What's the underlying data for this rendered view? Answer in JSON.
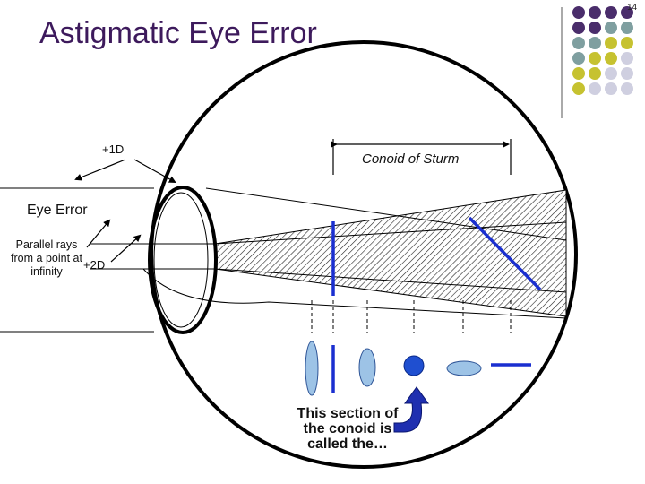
{
  "slide": {
    "title": "Astigmatic Eye Error",
    "page_number": "14"
  },
  "labels": {
    "plus_1d": "+1D",
    "conoid": "Conoid of Sturm",
    "eye_error": "Eye Error",
    "parallel_rays": "Parallel rays from a point at infinity",
    "plus_2d": "+2D",
    "section": "This section of the conoid is called the…"
  },
  "colors": {
    "title": "#3d1a5c",
    "dot_purple": "#4a2d6b",
    "dot_teal": "#7f9fa0",
    "dot_olive": "#c6c230",
    "dot_lavender": "#cfcfe0",
    "focal_blue": "#1a2fd0",
    "ellipse_fill": "#9dc3e6",
    "ellipse_stroke": "#2f5597",
    "circle_fill": "#1f4fd0",
    "arrow_fill": "#1f2fb0"
  },
  "icons": {
    "decoration": "dot-grid-decoration",
    "curved_arrow": "curved-arrow-icon"
  }
}
